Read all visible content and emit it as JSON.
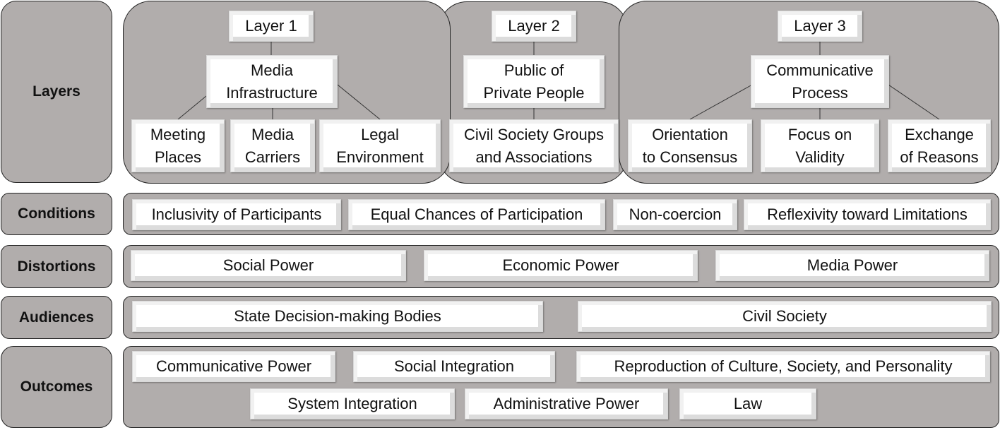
{
  "side_labels": {
    "layers": "Layers",
    "conditions": "Conditions",
    "distortions": "Distortions",
    "audiences": "Audiences",
    "outcomes": "Outcomes"
  },
  "layer1": {
    "title": "Layer 1",
    "node": "Media\nInfrastructure",
    "children": [
      "Meeting\nPlaces",
      "Media\nCarriers",
      "Legal\nEnvironment"
    ]
  },
  "layer2": {
    "title": "Layer 2",
    "node": "Public of\nPrivate People",
    "children": [
      "Civil Society Groups\nand Associations"
    ]
  },
  "layer3": {
    "title": "Layer 3",
    "node": "Communicative\nProcess",
    "children": [
      "Orientation\nto Consensus",
      "Focus on\nValidity",
      "Exchange\nof Reasons"
    ]
  },
  "conditions": [
    "Inclusivity of Participants",
    "Equal Chances of Participation",
    "Non-coercion",
    "Reflexivity toward Limitations"
  ],
  "distortions": [
    "Social Power",
    "Economic Power",
    "Media Power"
  ],
  "audiences": [
    "State Decision-making Bodies",
    "Civil Society"
  ],
  "outcomes": [
    "Communicative Power",
    "Social Integration",
    "Reproduction of Culture, Society, and Personality",
    "System Integration",
    "Administrative Power",
    "Law"
  ],
  "colors": {
    "panel": "#b1adac",
    "box": "#ffffff",
    "border": "#222222"
  }
}
